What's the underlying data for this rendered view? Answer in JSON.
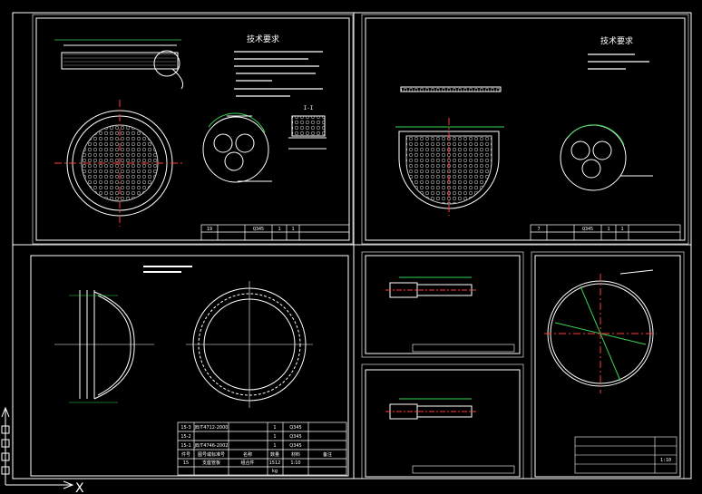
{
  "colors": {
    "background": "#000000",
    "frame": "#ffffff",
    "hatch": "#bfbfbf",
    "centerline": "#ff3b3b",
    "dimension": "#39d353",
    "accent": "#00c8ff",
    "yellow": "#ffff00"
  },
  "sheet1": {
    "title_label": "技术要求",
    "detail_label": "I-I",
    "title_block": {
      "c1": "19",
      "c2": "Q345",
      "c3": "1",
      "c4": "1"
    }
  },
  "sheet2": {
    "title_label": "技术要求",
    "title_block": {
      "c1": "7",
      "c2": "Q345",
      "c3": "1",
      "c4": "1"
    }
  },
  "sheet3": {
    "bom_rows": [
      {
        "no": "15-3",
        "std": "JB/T4712-2000",
        "qty": "1",
        "mat": "Q345",
        "note": ""
      },
      {
        "no": "15-2",
        "std": "",
        "qty": "1",
        "mat": "Q345",
        "note": ""
      },
      {
        "no": "15-1",
        "std": "JB/T4746-2002",
        "qty": "1",
        "mat": "Q345",
        "note": ""
      }
    ],
    "header_row": {
      "no": "件号",
      "std": "图号或标准号",
      "name": "名称",
      "qty": "数量",
      "mat": "材料",
      "note": "备注"
    },
    "footer_row": {
      "no": "15",
      "name": "支座管板",
      "qty": "组合件",
      "weight": "1512",
      "scale": "1:10",
      "unit": "kg"
    }
  },
  "sheet6": {
    "title_block": {
      "code": "1:10"
    }
  }
}
